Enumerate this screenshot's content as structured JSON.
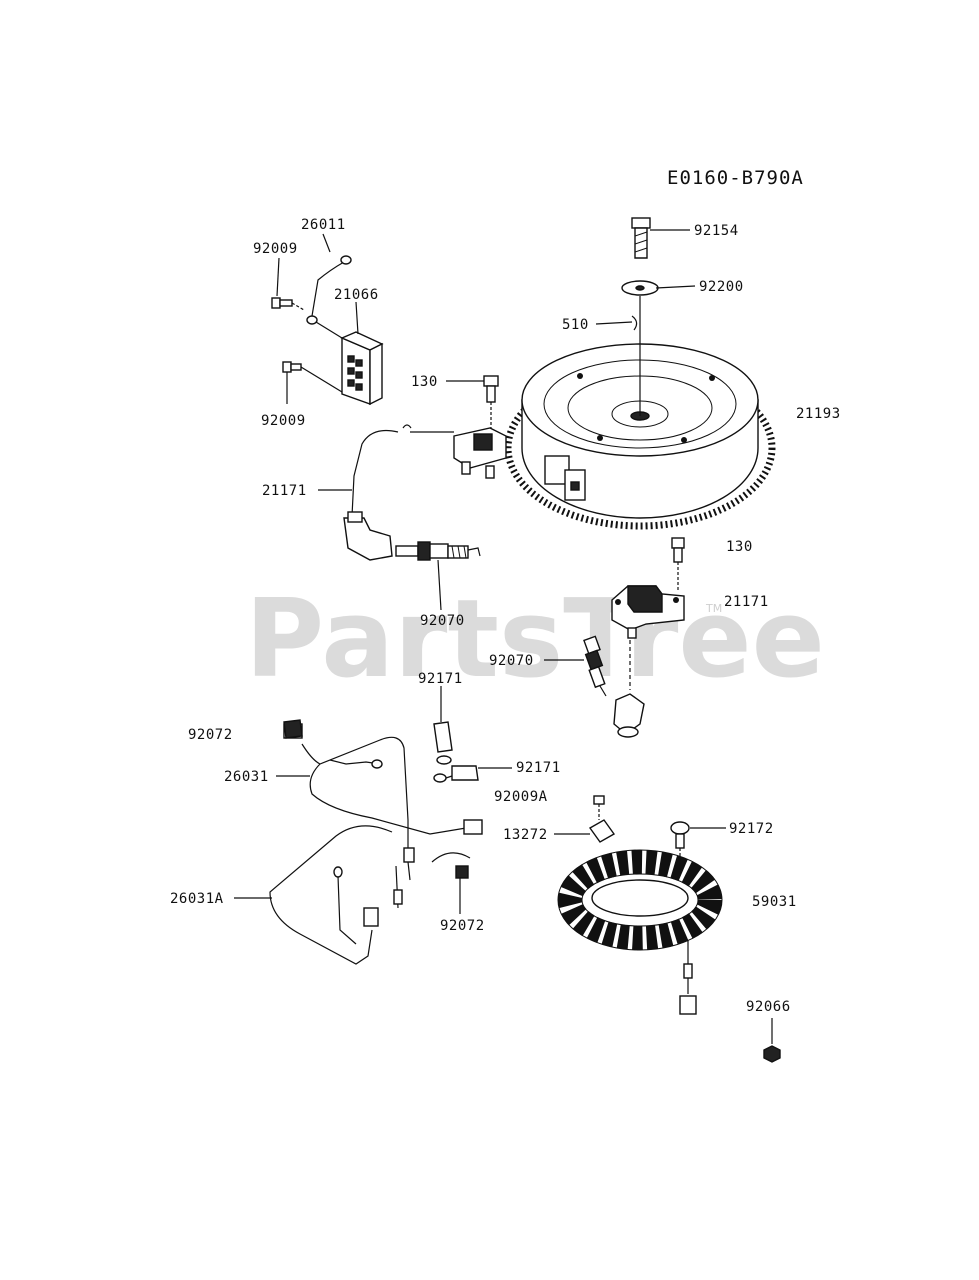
{
  "diagram_code": "E0160-B790A",
  "watermark": {
    "text": "PartsTree",
    "mark": "TM"
  },
  "part_labels": {
    "p92154": "92154",
    "p92200": "92200",
    "p510": "510",
    "p21193": "21193",
    "p26011": "26011",
    "p92009_top": "92009",
    "p21066": "21066",
    "p92009_bottom": "92009",
    "p130_left": "130",
    "p21171_left": "21171",
    "p92070_left": "92070",
    "p130_right": "130",
    "p21171_right": "21171",
    "p92070_right": "92070",
    "p92171_top": "92171",
    "p92171_right": "92171",
    "p92009A": "92009A",
    "p92072_left": "92072",
    "p26031": "26031",
    "p26031A": "26031A",
    "p92072_bottom": "92072",
    "p13272": "13272",
    "p92172": "92172",
    "p59031": "59031",
    "p92066": "92066"
  }
}
